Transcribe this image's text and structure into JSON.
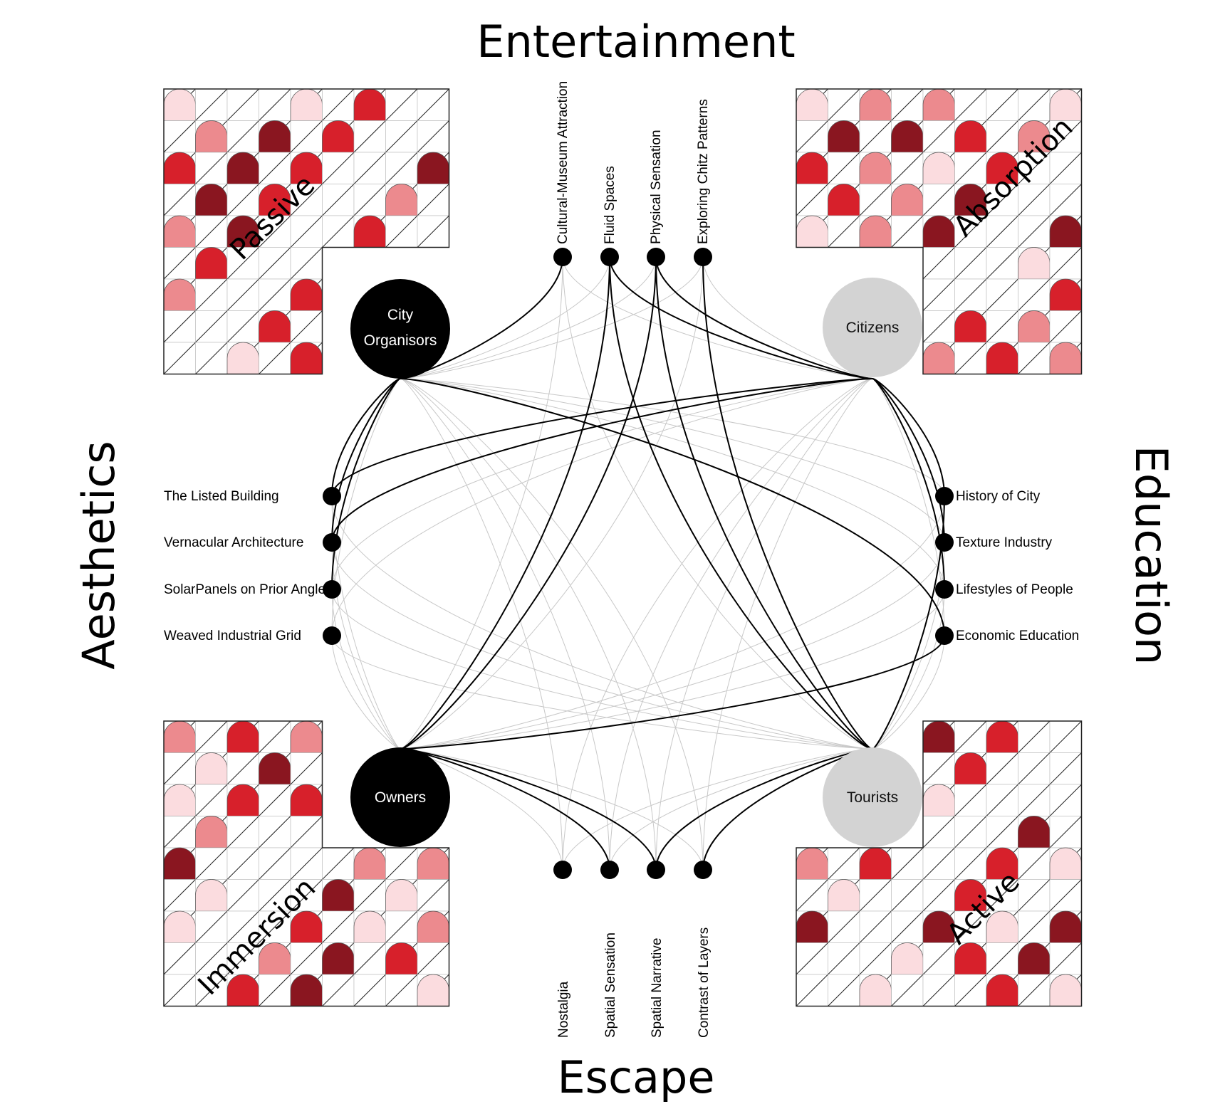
{
  "axes": {
    "top": "Entertainment",
    "bottom": "Escape",
    "left": "Aesthetics",
    "right": "Education"
  },
  "quadrants": {
    "top_left": "Passive",
    "top_right": "Absorption",
    "bottom_left": "Immersion",
    "bottom_right": "Active"
  },
  "hubs": {
    "city_organisors": [
      "City",
      "Organisors"
    ],
    "citizens": "Citizens",
    "owners": "Owners",
    "tourists": "Tourists"
  },
  "nodes": {
    "top": [
      "Cultural-Museum Attraction",
      "Fluid Spaces",
      "Physical Sensation",
      "Exploring Chitz Patterns"
    ],
    "bottom": [
      "Nostalgia",
      "Spatial Sensation",
      "Spatial Narrative",
      "Contrast of Layers"
    ],
    "left": [
      "The Listed Building",
      "Vernacular Architecture",
      "SolarPanels on Prior Angle",
      "Weaved Industrial Grid"
    ],
    "right": [
      "History of City",
      "Texture Industry",
      "Lifestyles of People",
      "Economic Education"
    ]
  },
  "colors": {
    "dark_red": "#8a1620",
    "red": "#d7202b",
    "pink": "#ec8a8e",
    "light_pink": "#fbdcdf",
    "hub_dark": "#000000",
    "hub_light": "#d3d3d3"
  }
}
